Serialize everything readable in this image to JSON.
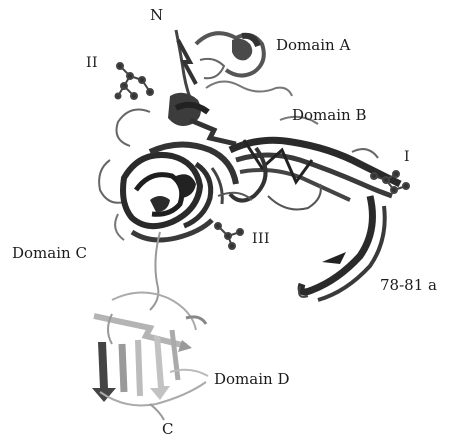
{
  "figure": {
    "labels": {
      "n_terminus": "N",
      "c_terminus": "C",
      "domain_a": "Domain A",
      "domain_b": "Domain B",
      "domain_c": "Domain C",
      "domain_d": "Domain D",
      "site_1": "I",
      "site_2": "II",
      "site_3": "III",
      "residue_range": "78-81 a"
    },
    "colors": {
      "background": "#ffffff",
      "dark_ribbon": "#2a2a2a",
      "mid_ribbon": "#555555",
      "light_ribbon": "#b4b4b4",
      "label_text": "#1c1c1c"
    }
  }
}
